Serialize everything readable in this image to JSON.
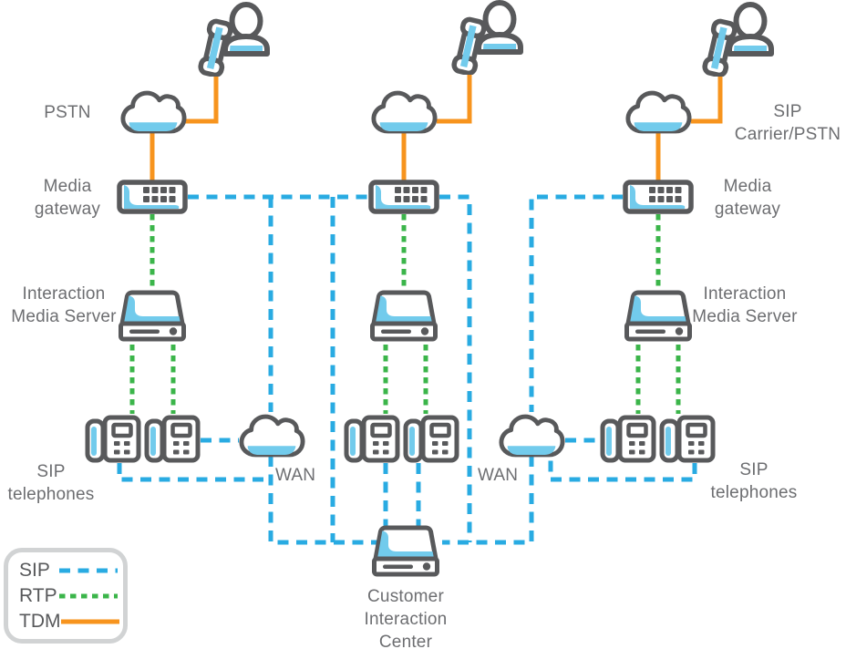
{
  "colors": {
    "sip": "#29ABE2",
    "rtp": "#3BB54A",
    "tdm": "#F7941E",
    "outline": "#58595B",
    "accent": "#72CBEC",
    "label": "#6D6E71",
    "legend-border": "#D1D3D4"
  },
  "labels": {
    "pstn": "PSTN",
    "sip_carrier": "SIP Carrier/PSTN",
    "media_gateway": "Media gateway",
    "interaction_media_server": "Interaction Media Server",
    "sip_telephones": "SIP telephones",
    "wan": "WAN",
    "customer_interaction_center": "Customer Interaction Center"
  },
  "legend": {
    "items": [
      {
        "label": "SIP",
        "style": "dashed",
        "color": "#29ABE2"
      },
      {
        "label": "RTP",
        "style": "dashed",
        "color": "#3BB54A"
      },
      {
        "label": "TDM",
        "style": "solid",
        "color": "#F7941E"
      }
    ]
  }
}
